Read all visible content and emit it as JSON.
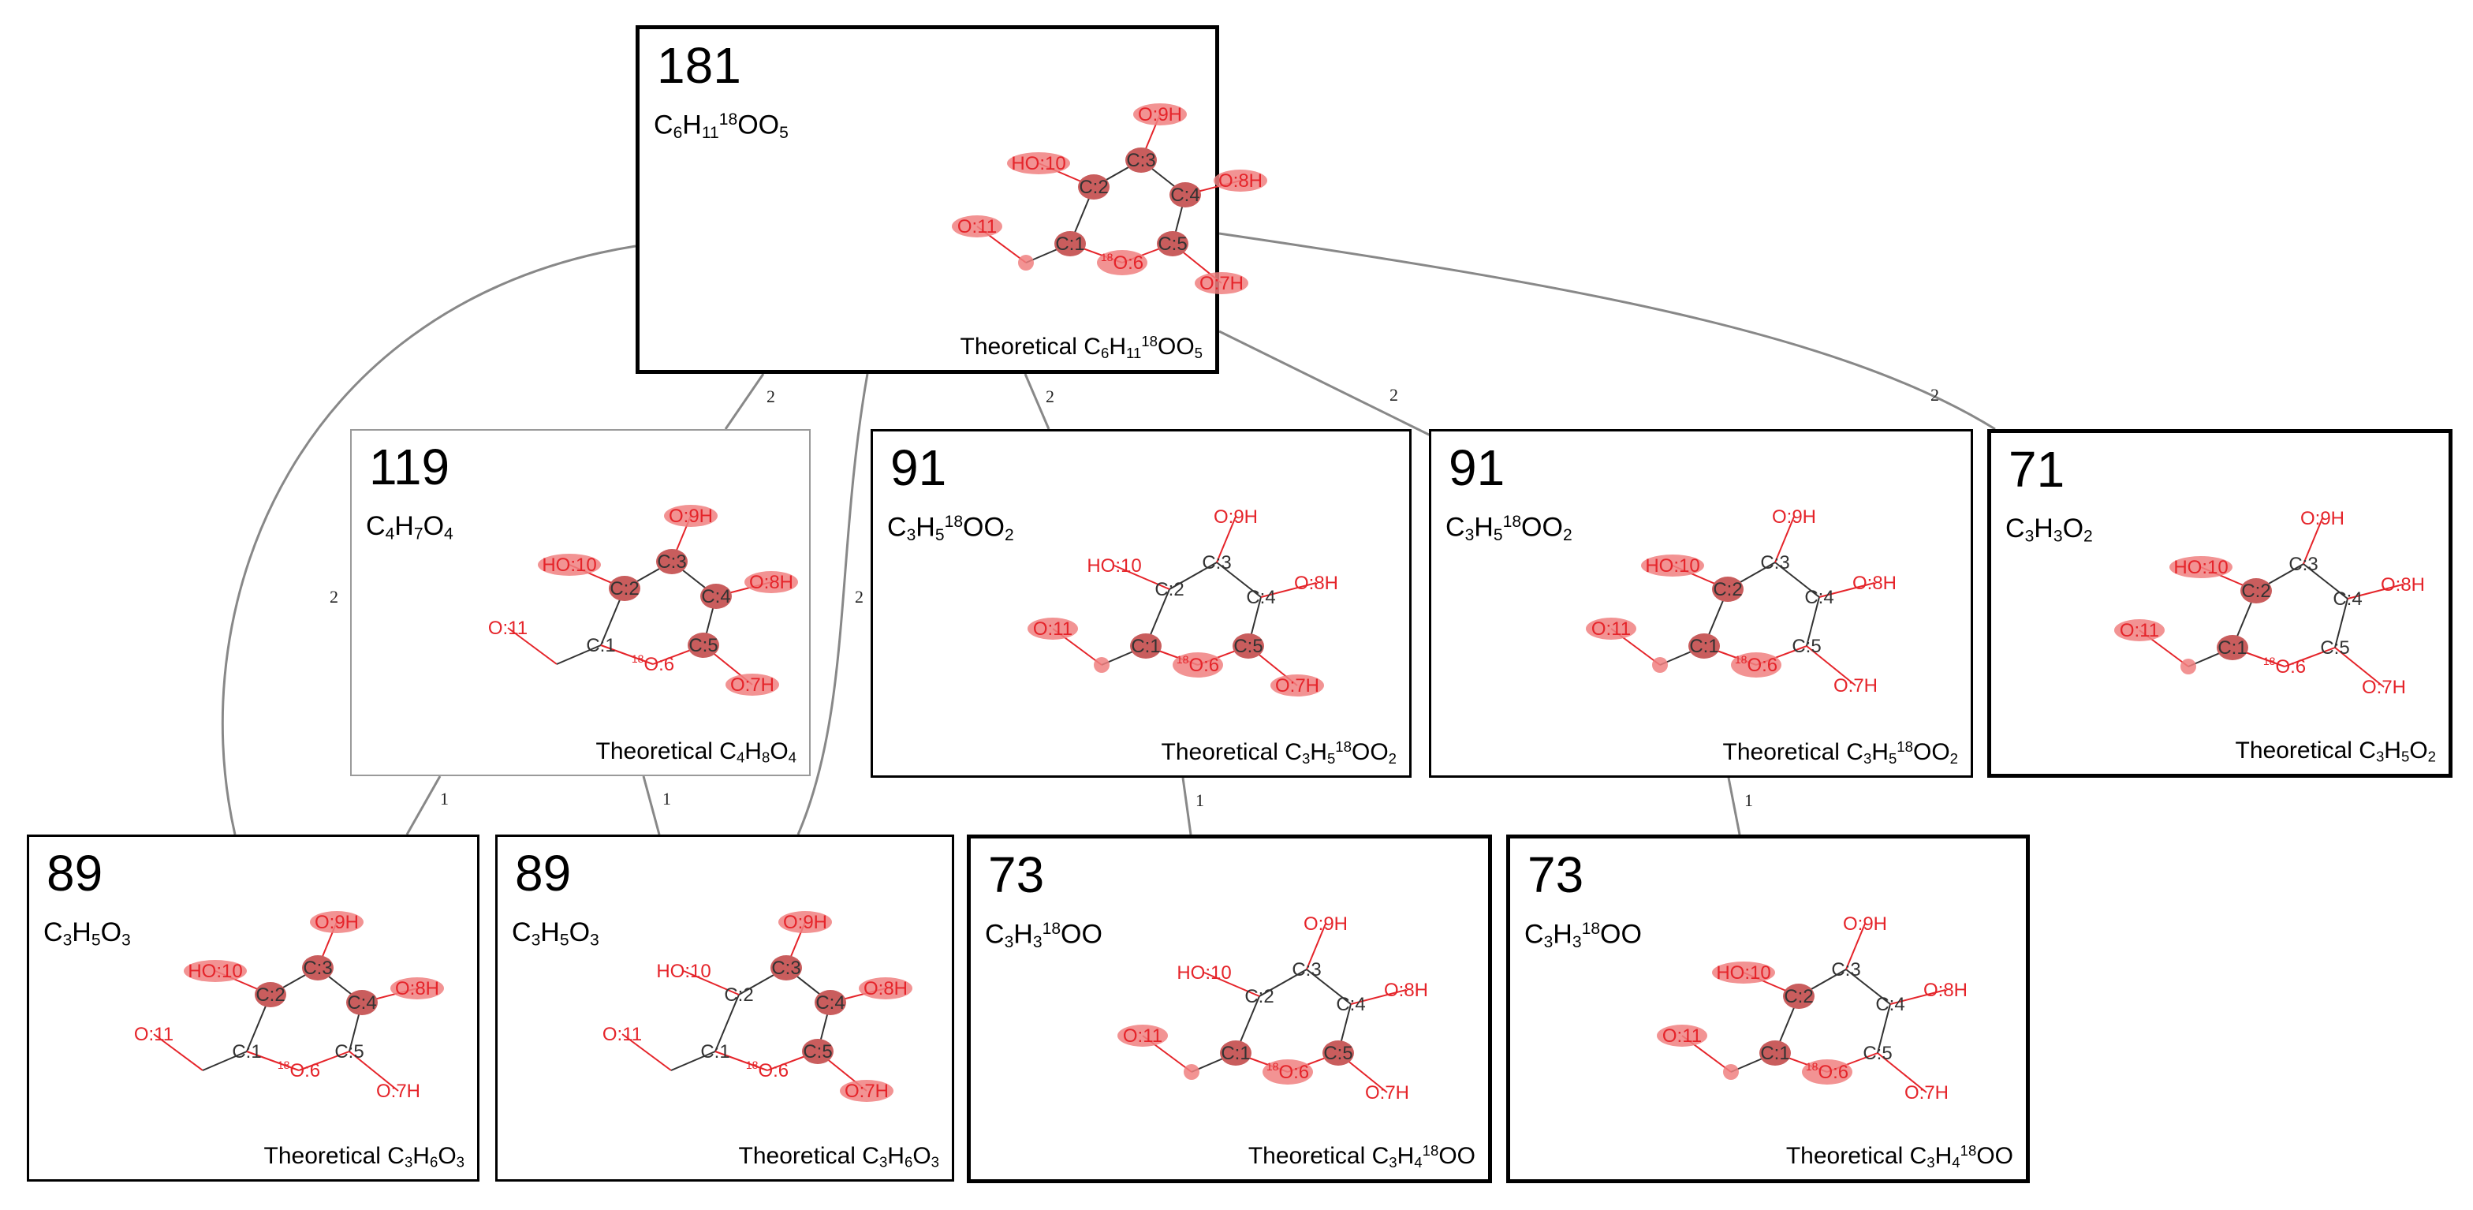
{
  "colors": {
    "highlight": "#e85a5a",
    "highlight_fill": "#f08080",
    "label_red": "#e5242a",
    "label_dark": "#333333",
    "edge": "#888888"
  },
  "labels": {
    "HO10": "HO:10",
    "O9H": "O:9H",
    "O8H": "O:8H",
    "O11": "O:11",
    "O7H": "O:7H",
    "C1": "C:1",
    "C2": "C:2",
    "C3": "C:3",
    "C4": "C:4",
    "C5": "C:5",
    "O6": "O:6",
    "iso": "18"
  },
  "edges": [
    {
      "id": "e181-119",
      "label": "2"
    },
    {
      "id": "e181-89a",
      "label": "2"
    },
    {
      "id": "e181-89b",
      "label": "2"
    },
    {
      "id": "e181-91a",
      "label": "2"
    },
    {
      "id": "e181-91b",
      "label": "2"
    },
    {
      "id": "e181-71",
      "label": "2"
    },
    {
      "id": "e119-89a",
      "label": "1"
    },
    {
      "id": "e119-89b",
      "label": "1"
    },
    {
      "id": "e91a-73a",
      "label": "1"
    },
    {
      "id": "e91b-73b",
      "label": "1"
    }
  ],
  "nodes": [
    {
      "id": "n181",
      "mass": "181",
      "formula": {
        "prefix": "C",
        "s1": "6",
        "h": "H",
        "s2": "11",
        "iso": "18",
        "rest": "OO",
        "s3": "5"
      },
      "theoretical": {
        "word": "Theoretical",
        "prefix": "C",
        "s1": "6",
        "h": "H",
        "s2": "11",
        "iso": "18",
        "rest": "OO",
        "s3": "5"
      },
      "highlights": [
        "HO10",
        "O9H",
        "O8H",
        "O11",
        "O7H",
        "C1",
        "C2",
        "C3",
        "C4",
        "C5",
        "O6",
        "C6"
      ]
    },
    {
      "id": "n119",
      "mass": "119",
      "formula": {
        "prefix": "C",
        "s1": "4",
        "h": "H",
        "s2": "7",
        "iso": "",
        "rest": "O",
        "s3": "4"
      },
      "theoretical": {
        "word": "Theoretical",
        "prefix": "C",
        "s1": "4",
        "h": "H",
        "s2": "8",
        "iso": "",
        "rest": "O",
        "s3": "4"
      },
      "highlights": [
        "HO10",
        "O9H",
        "O8H",
        "O7H",
        "C2",
        "C3",
        "C4",
        "C5"
      ]
    },
    {
      "id": "n91a",
      "mass": "91",
      "formula": {
        "prefix": "C",
        "s1": "3",
        "h": "H",
        "s2": "5",
        "iso": "18",
        "rest": "OO",
        "s3": "2"
      },
      "theoretical": {
        "word": "Theoretical",
        "prefix": "C",
        "s1": "3",
        "h": "H",
        "s2": "5",
        "iso": "18",
        "rest": "OO",
        "s3": "2"
      },
      "highlights": [
        "O11",
        "O7H",
        "C1",
        "C5",
        "O6",
        "C6"
      ]
    },
    {
      "id": "n91b",
      "mass": "91",
      "formula": {
        "prefix": "C",
        "s1": "3",
        "h": "H",
        "s2": "5",
        "iso": "18",
        "rest": "OO",
        "s3": "2"
      },
      "theoretical": {
        "word": "Theoretical",
        "prefix": "C",
        "s1": "3",
        "h": "H",
        "s2": "5",
        "iso": "18",
        "rest": "OO",
        "s3": "2"
      },
      "highlights": [
        "HO10",
        "O11",
        "C1",
        "C2",
        "O6",
        "C6"
      ]
    },
    {
      "id": "n71",
      "mass": "71",
      "formula": {
        "prefix": "C",
        "s1": "3",
        "h": "H",
        "s2": "3",
        "iso": "",
        "rest": "O",
        "s3": "2"
      },
      "theoretical": {
        "word": "Theoretical",
        "prefix": "C",
        "s1": "3",
        "h": "H",
        "s2": "5",
        "iso": "",
        "rest": "O",
        "s3": "2"
      },
      "highlights": [
        "HO10",
        "O11",
        "C1",
        "C2",
        "C6"
      ]
    },
    {
      "id": "n89a",
      "mass": "89",
      "formula": {
        "prefix": "C",
        "s1": "3",
        "h": "H",
        "s2": "5",
        "iso": "",
        "rest": "O",
        "s3": "3"
      },
      "theoretical": {
        "word": "Theoretical",
        "prefix": "C",
        "s1": "3",
        "h": "H",
        "s2": "6",
        "iso": "",
        "rest": "O",
        "s3": "3"
      },
      "highlights": [
        "HO10",
        "O9H",
        "O8H",
        "C2",
        "C3",
        "C4"
      ]
    },
    {
      "id": "n89b",
      "mass": "89",
      "formula": {
        "prefix": "C",
        "s1": "3",
        "h": "H",
        "s2": "5",
        "iso": "",
        "rest": "O",
        "s3": "3"
      },
      "theoretical": {
        "word": "Theoretical",
        "prefix": "C",
        "s1": "3",
        "h": "H",
        "s2": "6",
        "iso": "",
        "rest": "O",
        "s3": "3"
      },
      "highlights": [
        "O9H",
        "O8H",
        "O7H",
        "C3",
        "C4",
        "C5"
      ]
    },
    {
      "id": "n73a",
      "mass": "73",
      "formula": {
        "prefix": "C",
        "s1": "3",
        "h": "H",
        "s2": "3",
        "iso": "18",
        "rest": "OO",
        "s3": ""
      },
      "theoretical": {
        "word": "Theoretical",
        "prefix": "C",
        "s1": "3",
        "h": "H",
        "s2": "4",
        "iso": "18",
        "rest": "OO",
        "s3": ""
      },
      "highlights": [
        "O11",
        "C1",
        "C5",
        "O6",
        "C6"
      ]
    },
    {
      "id": "n73b",
      "mass": "73",
      "formula": {
        "prefix": "C",
        "s1": "3",
        "h": "H",
        "s2": "3",
        "iso": "18",
        "rest": "OO",
        "s3": ""
      },
      "theoretical": {
        "word": "Theoretical",
        "prefix": "C",
        "s1": "3",
        "h": "H",
        "s2": "4",
        "iso": "18",
        "rest": "OO",
        "s3": ""
      },
      "highlights": [
        "HO10",
        "O11",
        "C1",
        "C2",
        "O6",
        "C6"
      ]
    }
  ]
}
